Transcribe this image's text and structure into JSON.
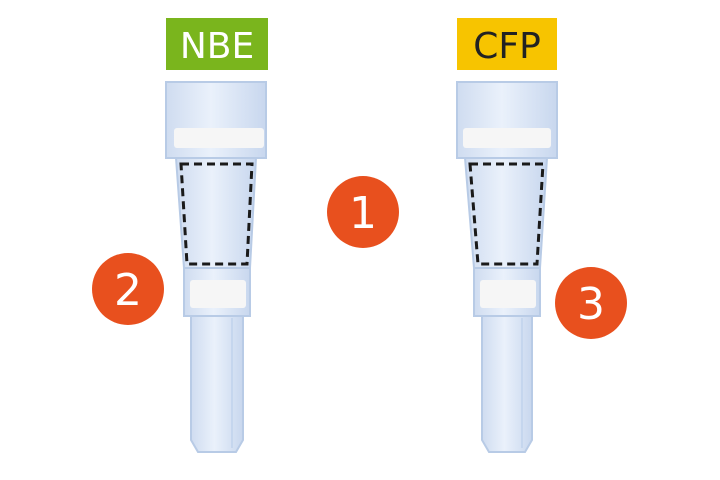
{
  "tubes": [
    {
      "label": "NBE",
      "label_color": "#7ab51d",
      "text_color": "#ffffff"
    },
    {
      "label": "CFP",
      "label_color": "#f7c400",
      "text_color": "#222222"
    }
  ],
  "markers": [
    {
      "number": "1",
      "color": "#e8501e"
    },
    {
      "number": "2",
      "color": "#e8501e"
    },
    {
      "number": "3",
      "color": "#e8501e"
    }
  ],
  "colors": {
    "tube_fill": "#dde8f7",
    "tube_edge": "#b8cbe6",
    "tube_shade": "#c5d6ee",
    "band": "#f6f6f6",
    "dashed_outline": "#1a1a1a"
  }
}
